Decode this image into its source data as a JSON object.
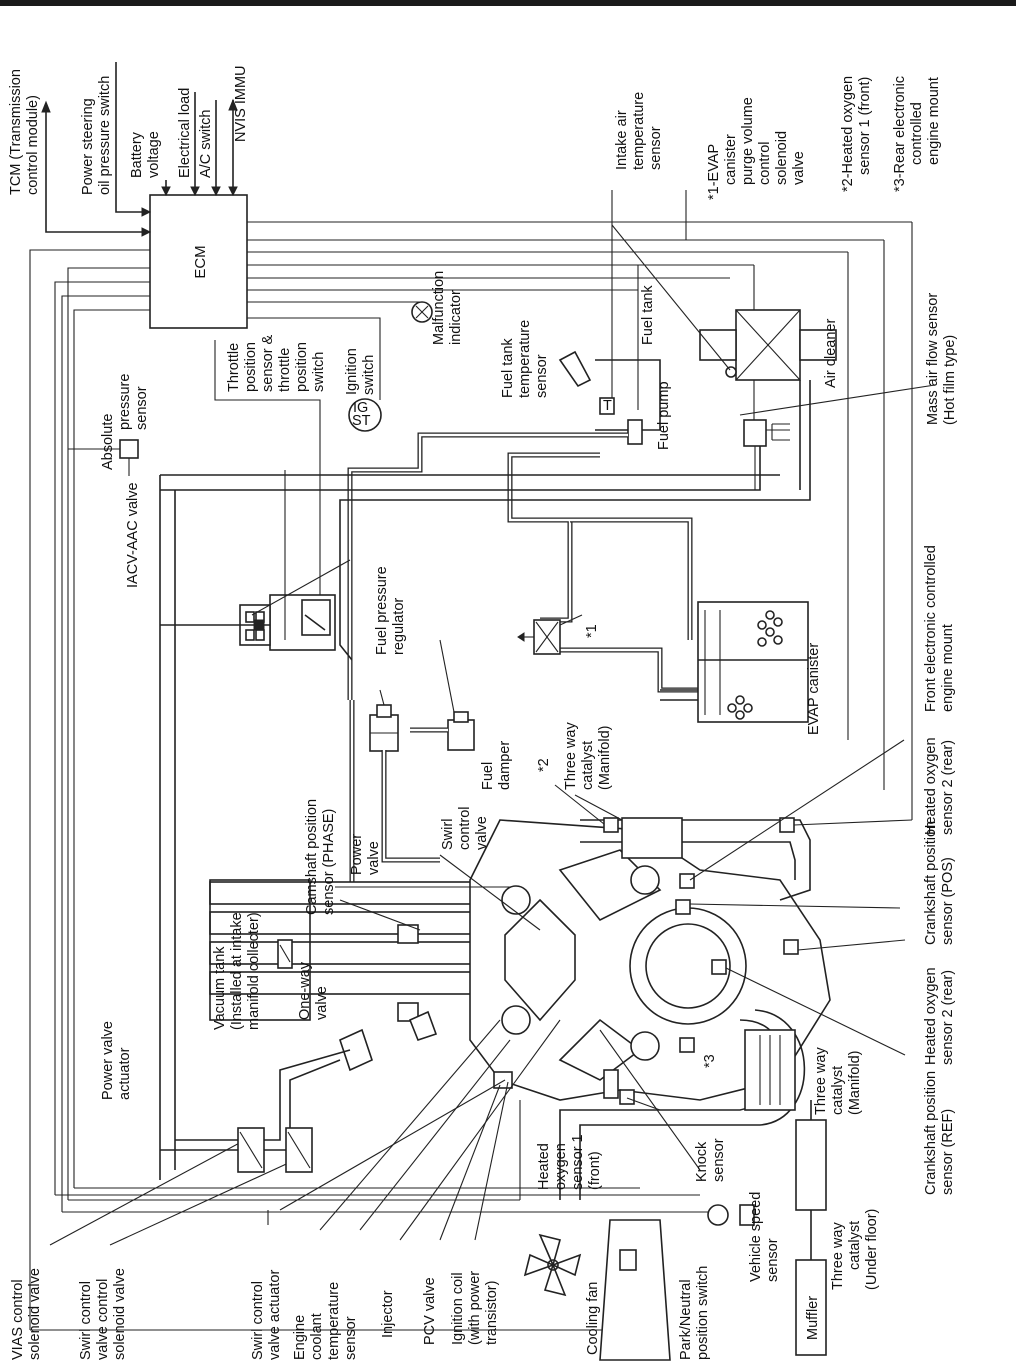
{
  "labels": {
    "tcm": [
      "TCM (Transmission",
      "control module)"
    ],
    "power_steering": [
      "Power steering",
      "oil pressure switch"
    ],
    "battery": [
      "Battery",
      "voltage"
    ],
    "electrical_load": [
      "Electrical load"
    ],
    "ac_switch": [
      "A/C switch"
    ],
    "nvis": [
      "NVIS IMMU"
    ],
    "intake_air_temp": [
      "Intake air",
      "temperature",
      "sensor"
    ],
    "evap_purge": [
      "*1-EVAP",
      "canister",
      "purge volume",
      "control",
      "solenoid",
      "valve"
    ],
    "ho2s1": [
      "*2-Heated oxygen",
      "sensor 1 (front)"
    ],
    "rear_mount": [
      "*3-Rear electronic",
      "controlled",
      "engine mount"
    ],
    "ecm": "ECM",
    "malfunction": [
      "Malfunction",
      "indicator"
    ],
    "fuel_tank": "Fuel tank",
    "fuel_tank_temp": [
      "Fuel tank",
      "temperature",
      "sensor"
    ],
    "fuel_pump": "Fuel pump",
    "air_cleaner": "Air cleaner",
    "maf": [
      "Mass air flow sensor",
      "(Hot film type)"
    ],
    "throttle": [
      "Throttle",
      "position",
      "sensor &",
      "throttle",
      "position",
      "switch"
    ],
    "ignition_switch": [
      "Ignition",
      "switch"
    ],
    "absolute_pressure": [
      "Absolute",
      "pressure",
      "sensor"
    ],
    "iacv": "IACV-AAC valve",
    "fuel_pressure_regulator": [
      "Fuel pressure",
      "regulator"
    ],
    "star1": "*1",
    "front_mount": [
      "Front electronic controlled",
      "engine mount"
    ],
    "evap_canister": "EVAP canister",
    "ho2s2_rear_right": [
      "Heated oxygen",
      "sensor 2 (rear)"
    ],
    "three_way_manifold_top": [
      "Three way",
      "catalyst",
      "(Manifold)"
    ],
    "star2": "*2",
    "fuel_damper": [
      "Fuel",
      "damper"
    ],
    "swirl_control_valve": [
      "Swirl",
      "control",
      "valve"
    ],
    "camshaft": [
      "Camshaft position",
      "sensor (PHASE)"
    ],
    "power_valve": [
      "Power",
      "valve"
    ],
    "crank_pos": [
      "Crankshaft position",
      "sensor (POS)"
    ],
    "vacuum_tank": [
      "Vacuum tank",
      "(Installed at intake",
      "manifold collecter)"
    ],
    "one_way": [
      "One-way",
      "valve"
    ],
    "ho2s2_rear_bottom": [
      "Heated oxygen",
      "sensor 2 (rear)"
    ],
    "power_valve_actuator": [
      "Power valve",
      "actuator"
    ],
    "star3": "*3",
    "three_way_manifold_bottom": [
      "Three way",
      "catalyst",
      "(Manifold)"
    ],
    "crank_ref": [
      "Crankshaft position",
      "sensor (REF)"
    ],
    "ho2s1_front": [
      "Heated",
      "oxygen",
      "sensor 1",
      "(front)"
    ],
    "knock": [
      "Knock",
      "sensor"
    ],
    "vehicle_speed": [
      "Vehicle speed",
      "sensor"
    ],
    "three_way_under_floor": [
      "Three way",
      "catalyst",
      "(Under floor)"
    ],
    "vias": [
      "VIAS control",
      "solenoid valve"
    ],
    "swirl_solenoid": [
      "Swirl control",
      "valve control",
      "solenoid valve"
    ],
    "swirl_actuator": [
      "Swirl control",
      "valve actuator"
    ],
    "ect": [
      "Engine",
      "coolant",
      "temperature",
      "sensor"
    ],
    "injector": [
      "Injector"
    ],
    "pcv": [
      "PCV valve"
    ],
    "ignition_coil": [
      "Ignition coil",
      "(with power",
      "transistor)"
    ],
    "cooling_fan": [
      "Cooling fan"
    ],
    "park_neutral": [
      "Park/Neutral",
      "position switch"
    ],
    "muffler": "Muffler"
  }
}
